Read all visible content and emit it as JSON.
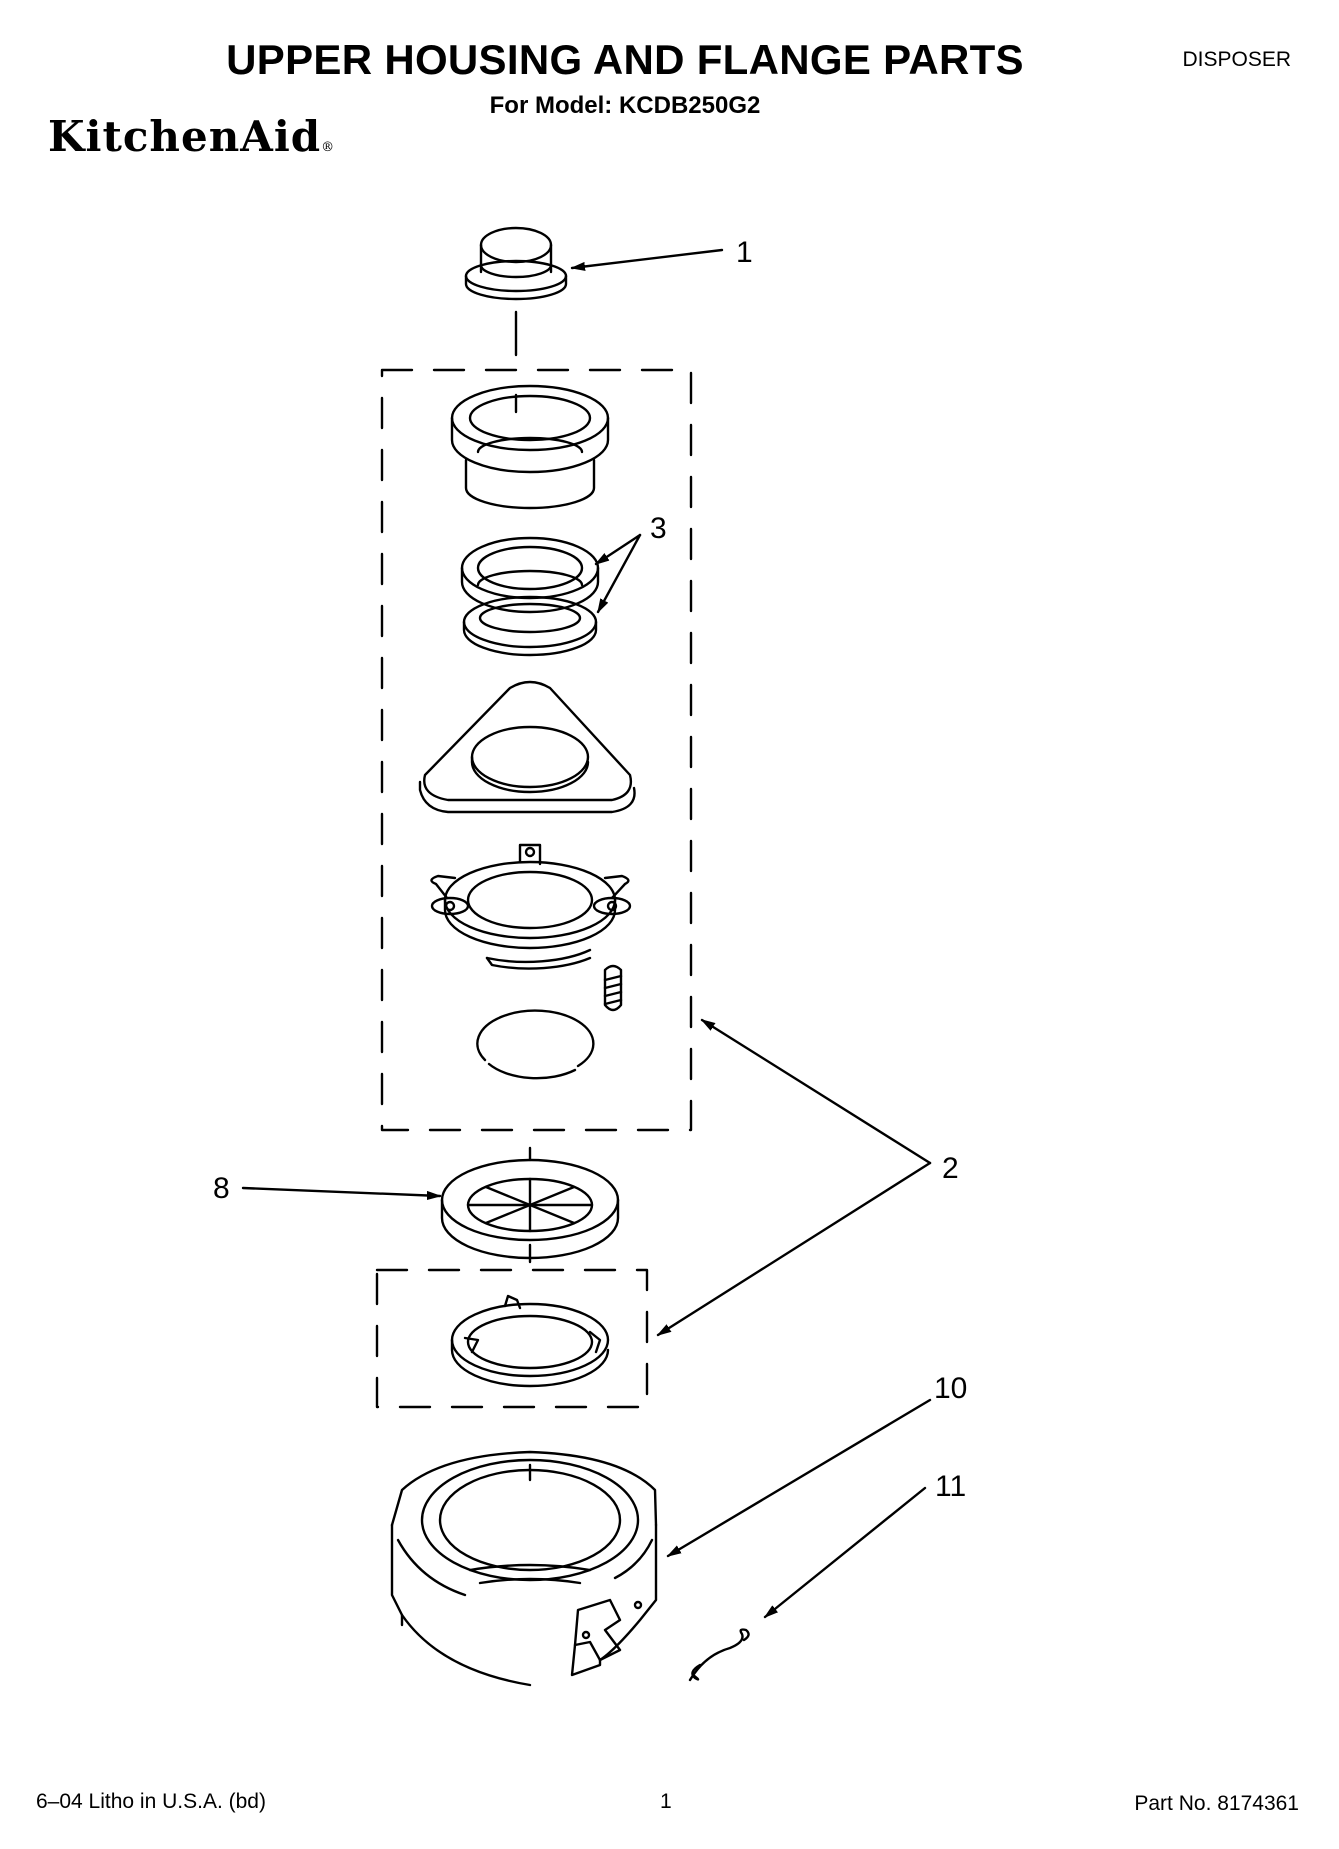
{
  "header": {
    "title": "UPPER HOUSING AND FLANGE PARTS",
    "model_line": "For Model: KCDB250G2",
    "category": "DISPOSER",
    "brand": "KitchenAid",
    "brand_mark": "®"
  },
  "callouts": [
    {
      "id": "1",
      "label": "1"
    },
    {
      "id": "2",
      "label": "2"
    },
    {
      "id": "3",
      "label": "3"
    },
    {
      "id": "8",
      "label": "8"
    },
    {
      "id": "10",
      "label": "10"
    },
    {
      "id": "11",
      "label": "11"
    }
  ],
  "footer": {
    "litho": "6–04 Litho in U.S.A. (bd)",
    "page": "1",
    "part_number": "Part No. 8174361"
  }
}
